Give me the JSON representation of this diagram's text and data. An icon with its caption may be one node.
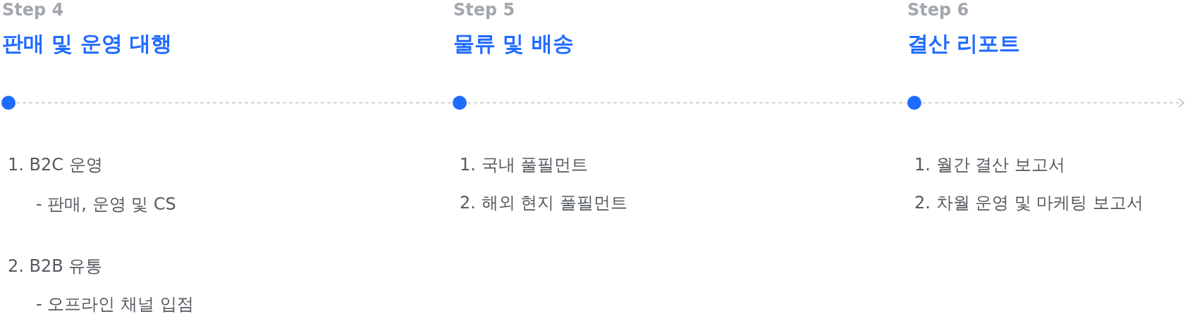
{
  "diagram": {
    "nodes": [
      {
        "text": [],
        "shape": "circle"
      },
      {
        "text": [],
        "shape": "circle"
      },
      {
        "text": [],
        "shape": "circle"
      }
    ],
    "edges": [
      {
        "from": 0,
        "to": 1,
        "arrow": "none",
        "style": "dashed"
      },
      {
        "from": 1,
        "to": 2,
        "arrow": "none",
        "style": "dashed"
      },
      {
        "from": 2,
        "to": null,
        "arrow": "to",
        "style": "dashed"
      }
    ],
    "labels": [
      "Step 4",
      "판매 및 운영 대행",
      "1. B2C 운영",
      "- 판매, 운영 및 CS",
      "2. B2B 유통",
      "- 오프라인 채널 입점",
      "Step 5",
      "물류 및 배송",
      "1. 국내 풀필먼트",
      "2. 해외 현지 풀필먼트",
      "Step 6",
      "결산 리포트",
      "1. 월간 결산 보고서",
      "2. 차월 운영 및 마케팅 보고서"
    ]
  }
}
